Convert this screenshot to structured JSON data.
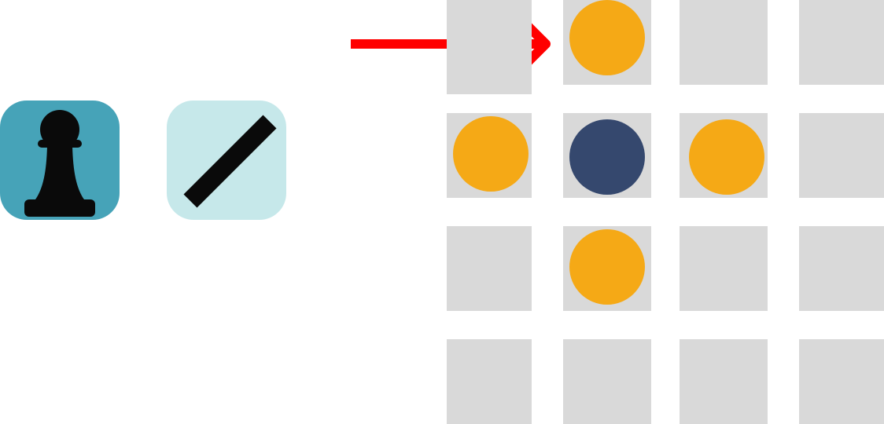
{
  "colors": {
    "cell": "#d9d9d9",
    "token_primary": "#f5a916",
    "token_secondary": "#35486e",
    "arrow": "#ff0000",
    "pawn_tile_bg": "#46a3b8",
    "slash_tile_bg": "#c6e8ea",
    "glyph": "#0a0a0a"
  },
  "icons": {
    "pawn": "chess-pawn-icon",
    "slash": "diagonal-line-icon",
    "arrow": "right-arrow-icon"
  },
  "grid": {
    "rows": 4,
    "cols": 4,
    "tokens": [
      {
        "row": 0,
        "col": 1,
        "kind": "primary"
      },
      {
        "row": 1,
        "col": 0,
        "kind": "primary"
      },
      {
        "row": 1,
        "col": 1,
        "kind": "secondary"
      },
      {
        "row": 1,
        "col": 2,
        "kind": "primary"
      },
      {
        "row": 2,
        "col": 1,
        "kind": "primary"
      }
    ],
    "arrow_target": {
      "row": 0,
      "col": 1
    }
  }
}
